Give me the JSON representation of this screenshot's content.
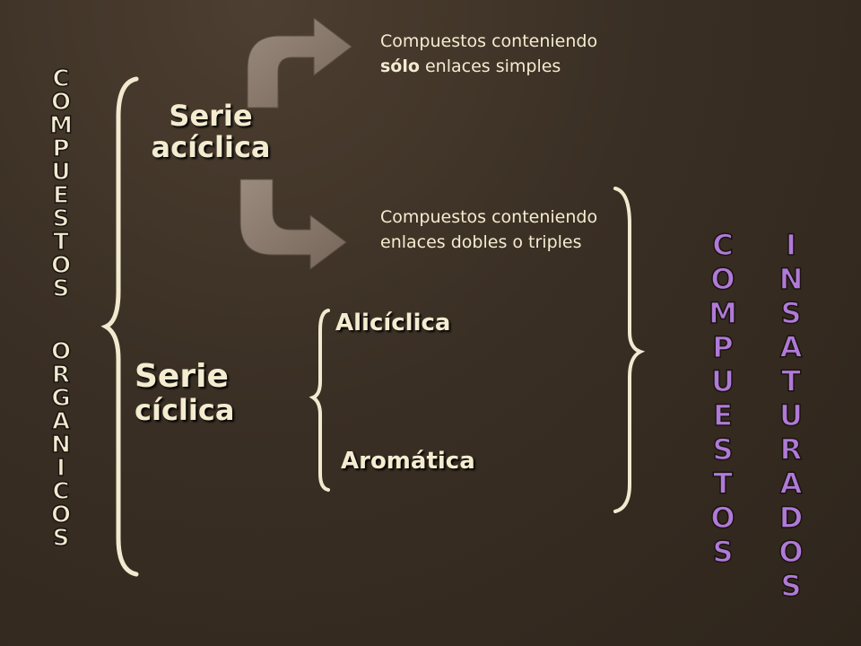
{
  "left_title": {
    "word1": "COMPUESTOS",
    "word2": "ORGANICOS",
    "color": "#f1ead0"
  },
  "right_title": {
    "word1": "COMPUESTOS",
    "word2": "INSATURADOS",
    "color": "#b07ad8"
  },
  "acyclic": {
    "line1": "Serie",
    "line2": "acíclica"
  },
  "cyclic": {
    "line1": "Serie",
    "line2": "cíclica"
  },
  "sub_cyclic": {
    "alicyclic": "Alicíclica",
    "aromatic": "Aromática"
  },
  "saturated_desc": {
    "line1": "Compuestos conteniendo",
    "line2_bold": "sólo",
    "line2_rest": " enlaces simples"
  },
  "unsaturated_desc": {
    "line1": "Compuestos conteniendo",
    "line2": "enlaces dobles o triples"
  },
  "colors": {
    "text": "#f4ecd0",
    "arrow_fill": "#8a7a6c",
    "brace": "#f1ead0",
    "background": "#3a2f24"
  }
}
